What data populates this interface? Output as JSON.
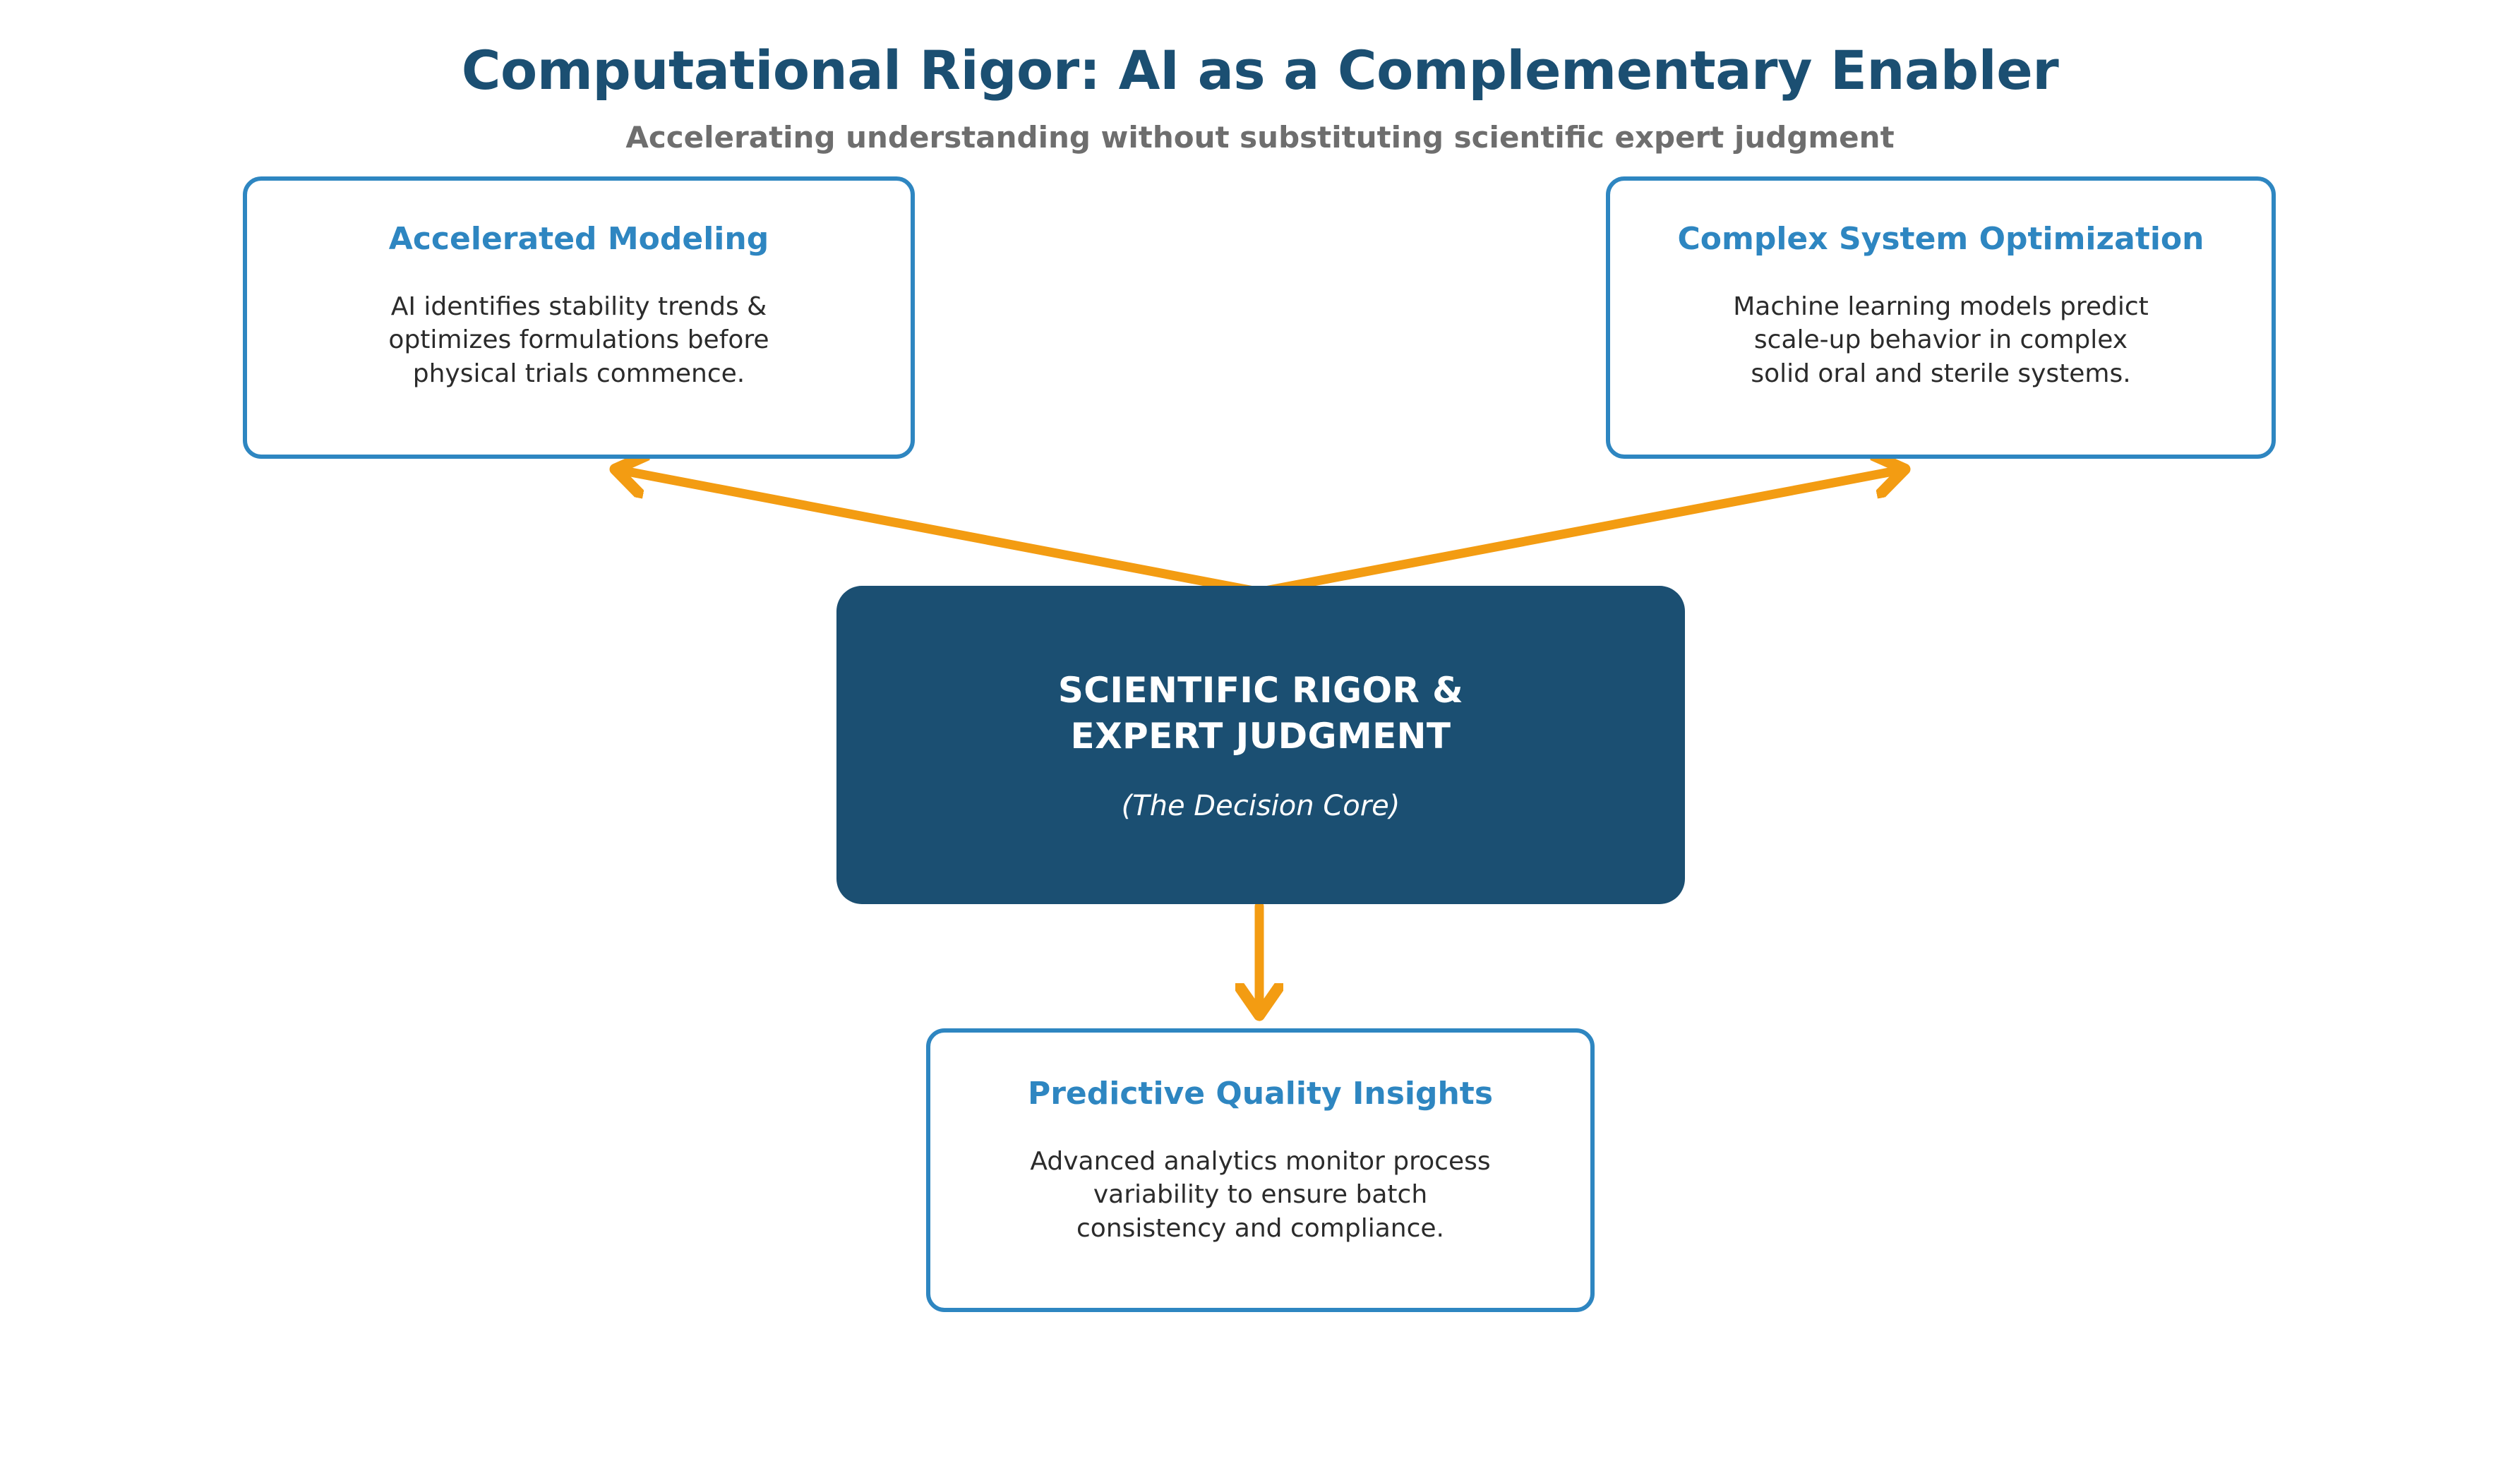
{
  "header": {
    "title": "Computational Rigor: AI as a Complementary Enabler",
    "subtitle": "Accelerating understanding without substituting scientific expert judgment"
  },
  "core": {
    "title": "SCIENTIFIC RIGOR &\nEXPERT JUDGMENT",
    "subtitle": "(The Decision Core)"
  },
  "boxes": {
    "accelerated_modeling": {
      "title": "Accelerated Modeling",
      "body": "AI identifies stability trends &\noptimizes formulations before\nphysical trials commence."
    },
    "complex_system_optimization": {
      "title": "Complex System Optimization",
      "body": "Machine learning models predict\nscale-up behavior in complex\nsolid oral and sterile systems."
    },
    "predictive_quality_insights": {
      "title": "Predictive Quality Insights",
      "body": "Advanced analytics monitor process\nvariability to ensure batch\nconsistency and compliance."
    }
  },
  "colors": {
    "title_navy": "#1B4F72",
    "subtitle_gray": "#6E6E6E",
    "box_border_blue": "#2E86C1",
    "box_title_blue": "#2E86C1",
    "body_text": "#2B2B2B",
    "core_fill": "#1B4F72",
    "core_text": "#FFFFFF",
    "arrow_orange": "#F39C12",
    "background": "#FFFFFF"
  },
  "connectors": [
    {
      "name": "core-to-accelerated-modeling",
      "from": "SCIENTIFIC RIGOR & EXPERT JUDGMENT",
      "to": "Accelerated Modeling",
      "direction": "up-left",
      "color": "#F39C12"
    },
    {
      "name": "core-to-complex-system-optimization",
      "from": "SCIENTIFIC RIGOR & EXPERT JUDGMENT",
      "to": "Complex System Optimization",
      "direction": "up-right",
      "color": "#F39C12"
    },
    {
      "name": "core-to-predictive-quality-insights",
      "from": "SCIENTIFIC RIGOR & EXPERT JUDGMENT",
      "to": "Predictive Quality Insights",
      "direction": "down",
      "color": "#F39C12"
    }
  ]
}
